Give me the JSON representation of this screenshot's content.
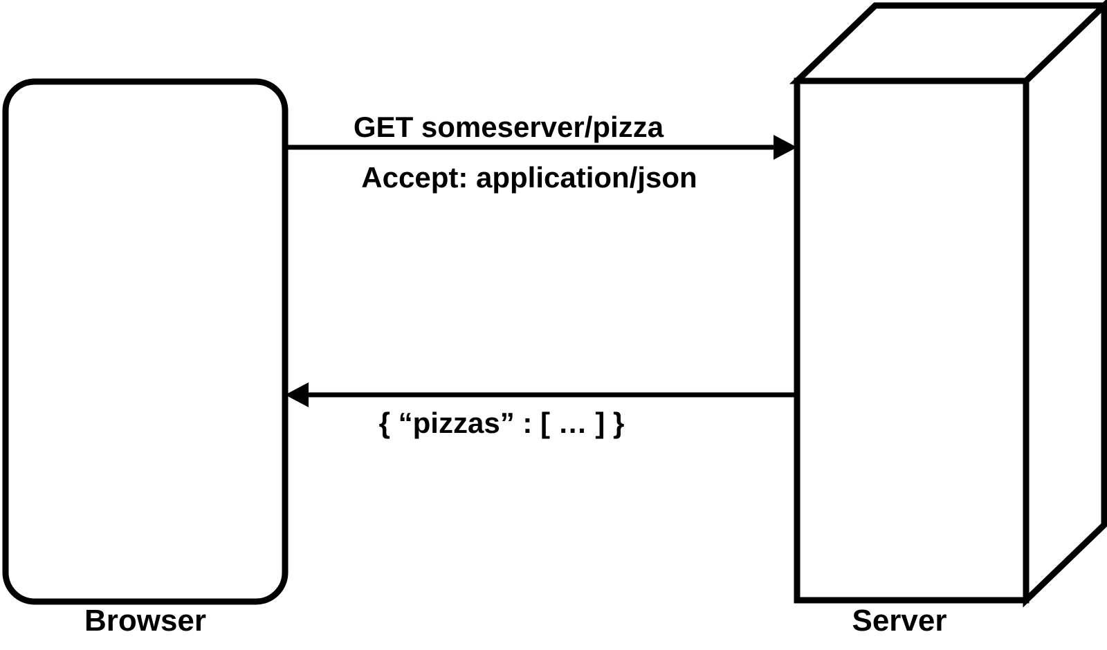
{
  "diagram": {
    "title": "HTTP request and response between Browser and Server",
    "background_color": "#ffffff",
    "stroke_color": "#000000",
    "nodes": [
      {
        "id": "browser",
        "label": "Browser",
        "shape": "rounded-rectangle"
      },
      {
        "id": "server",
        "label": "Server",
        "shape": "3d-box"
      }
    ],
    "edges": [
      {
        "id": "request",
        "from": "browser",
        "to": "server",
        "direction": "right",
        "labels": [
          "GET someserver/pizza",
          "Accept: application/json"
        ]
      },
      {
        "id": "response",
        "from": "server",
        "to": "browser",
        "direction": "left",
        "labels": [
          "{ “pizzas” : [ … ] }"
        ]
      }
    ]
  }
}
